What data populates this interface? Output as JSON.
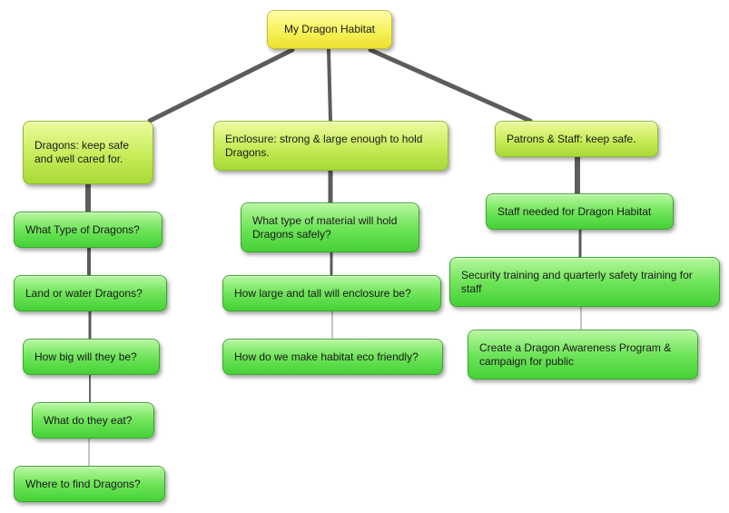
{
  "root": {
    "label": "My Dragon Habitat"
  },
  "branches": [
    {
      "topic": "Dragons: keep safe and well cared for.",
      "items": [
        "What Type of Dragons?",
        "Land or water Dragons?",
        "How big will they be?",
        "What do they eat?",
        "Where to find Dragons?"
      ]
    },
    {
      "topic": "Enclosure: strong & large enough to hold Dragons.",
      "items": [
        "What type of material will hold Dragons safely?",
        "How large and tall will enclosure be?",
        "How do we make habitat eco friendly?"
      ]
    },
    {
      "topic": "Patrons & Staff: keep safe.",
      "items": [
        "Staff needed for Dragon Habitat",
        "Security training and quarterly safety  training for staff",
        "Create a Dragon Awareness Program & campaign for public"
      ]
    }
  ]
}
